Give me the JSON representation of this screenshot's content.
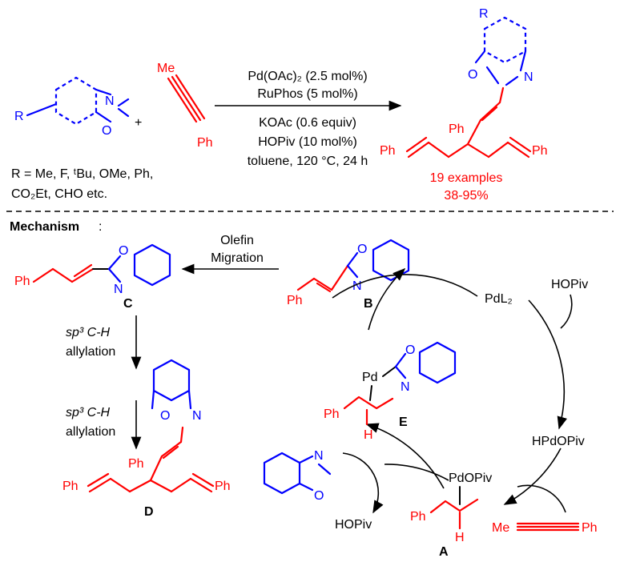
{
  "colors": {
    "substrate": "#0000ff",
    "alkyne": "#ff0000",
    "text": "#000000"
  },
  "reaction": {
    "reagent_r": "R",
    "atom_n": "N",
    "atom_o": "O",
    "plus": "+",
    "alkyne_me": "Me",
    "alkyne_ph": "Ph",
    "conditions": {
      "catalyst": "Pd(OAc)₂ (2.5 mol%)",
      "ligand": "RuPhos (5 mol%)",
      "base": "KOAc (0.6 equiv)",
      "additive": "HOPiv (10 mol%)",
      "solvent": "toluene, 120 °C, 24 h"
    },
    "r_groups_line1": "R = Me, F, ᵗBu, OMe, Ph,",
    "r_groups_line2": "CO₂Et, CHO etc.",
    "product": {
      "r": "R",
      "atom_n": "N",
      "atom_o": "O",
      "ph_center": "Ph",
      "ph_left": "Ph",
      "ph_right": "Ph"
    },
    "examples": "19 examples",
    "yield": "38-95%"
  },
  "mechanism": {
    "heading": "Mechanism",
    "olefin_migration_1": "Olefin",
    "olefin_migration_2": "Migration",
    "label_B": "B",
    "label_C": "C",
    "label_D": "D",
    "label_E": "E",
    "label_A": "A",
    "sp3_1": "sp³ C-H",
    "allylation_1": "allylation",
    "sp3_2": "sp³ C-H",
    "allylation_2": "allylation",
    "pdl2": "PdL₂",
    "hopiv_top": "HOPiv",
    "hpdopiv": "HPdOPiv",
    "pdopiv": "PdOPiv",
    "hopiv_bottom": "HOPiv",
    "me": "Me",
    "ph": "Ph",
    "pd": "Pd",
    "h": "H",
    "n": "N",
    "o": "O"
  }
}
